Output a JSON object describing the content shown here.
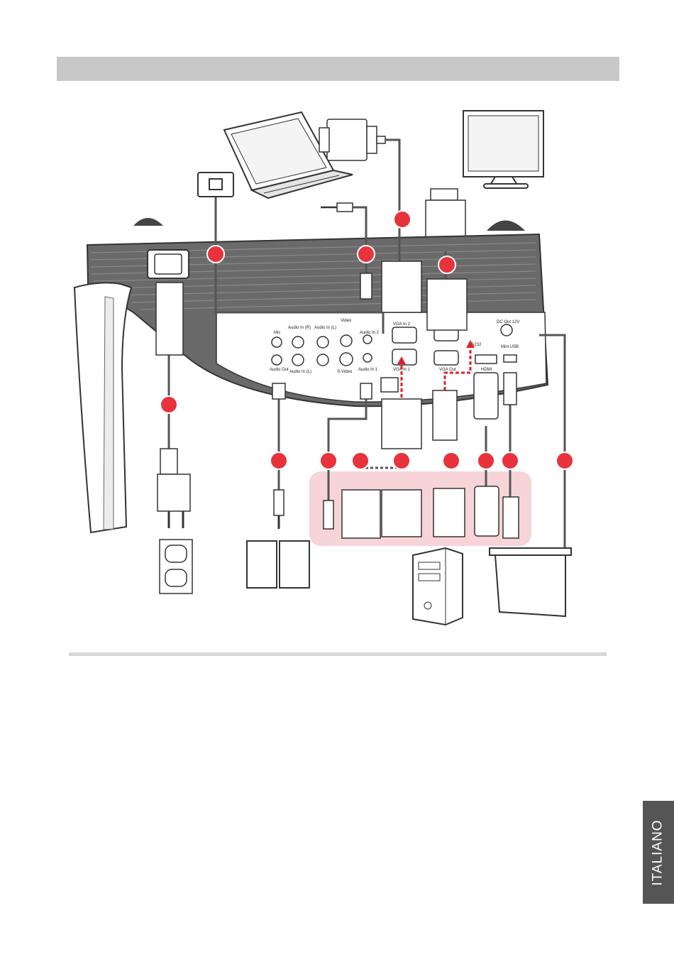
{
  "language_tab": "ITALIANO",
  "colors": {
    "header_bar": "#c8c8c8",
    "callout_circle": "#e8323c",
    "highlight_panel": "#f6d4d8",
    "signal_arrow": "#e0202a",
    "cable": "#555555",
    "tab": "#555555"
  },
  "ports": {
    "mic": "Mic",
    "audio_in_r_1": "Audio In (R)",
    "audio_in_l_1": "Audio In (L)",
    "video": "Video",
    "audio_in_2": "Audio In 2",
    "vga_in_2": "VGA In 2",
    "audio_out": "Audio Out",
    "audio_in_l_2": "Audio In (L)",
    "svideo": "S-Video",
    "audio_in_1": "Audio In 1",
    "vga_in_1": "VGA In 1",
    "rs232": "RS232",
    "vga_out": "VGA Out",
    "hdmi": "HDMI",
    "mini_usb": "Mini USB",
    "dc_out": "DC Out 12V"
  }
}
